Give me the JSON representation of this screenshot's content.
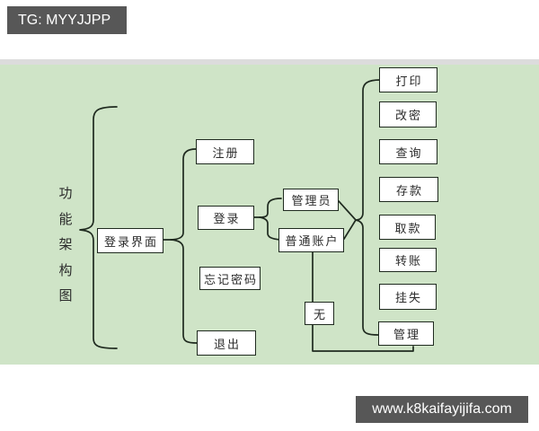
{
  "banners": {
    "tag": "TG: MYYJJPP",
    "url": "www.k8kaifayijifa.com"
  },
  "diagram": {
    "title": "功能架构图",
    "nodes": {
      "login_ui": "登录界面",
      "register": "注册",
      "login": "登录",
      "forgot_password": "忘记密码",
      "exit": "退出",
      "admin": "管理员",
      "normal_account": "普通账户",
      "none": "无",
      "print": "打印",
      "change_password": "改密",
      "query": "查询",
      "deposit": "存款",
      "withdraw": "取款",
      "transfer": "转账",
      "report_loss": "挂失",
      "manage": "管理"
    }
  },
  "colors": {
    "canvas_green": "#cfe4c7",
    "box_border": "#1f2a1f",
    "box_fill": "#ffffff",
    "banner_bg": "#575757",
    "banner_text": "#ffffff",
    "divider_gray": "#dcdcdc",
    "line": "#1f2a1f",
    "text": "#2b2b2b"
  }
}
